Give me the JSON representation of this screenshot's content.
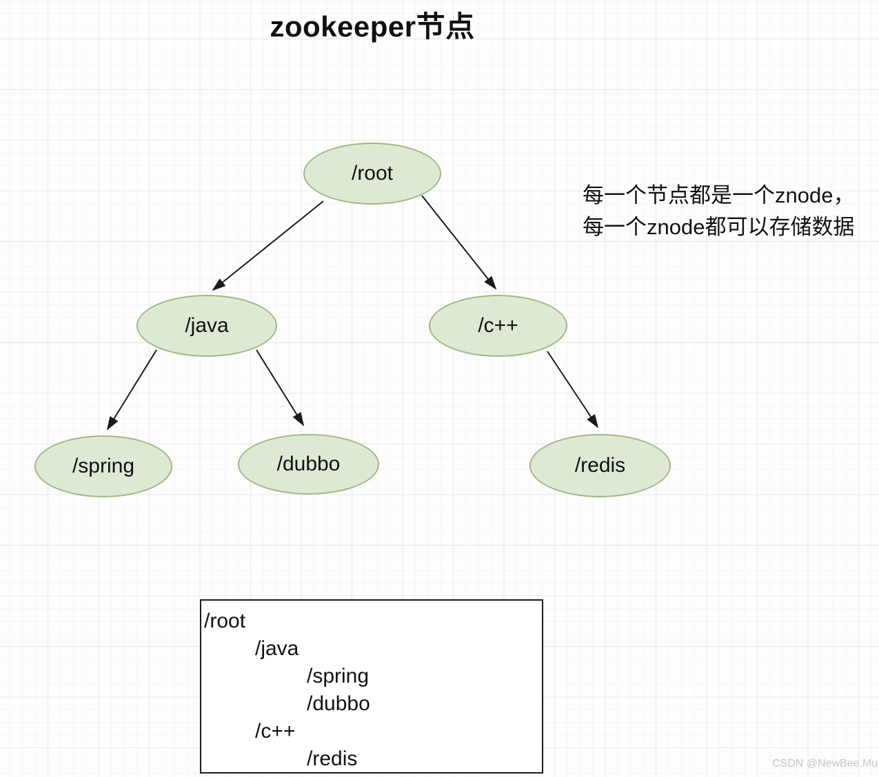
{
  "title": "zookeeper节点",
  "annotation": {
    "line1": "每一个节点都是一个znode，",
    "line2": "每一个znode都可以存储数据"
  },
  "nodes": {
    "root": "/root",
    "java": "/java",
    "cpp": "/c++",
    "spring": "/spring",
    "dubbo": "/dubbo",
    "redis": "/redis"
  },
  "edges": [
    {
      "from": "/root",
      "to": "/java"
    },
    {
      "from": "/root",
      "to": "/c++"
    },
    {
      "from": "/java",
      "to": "/spring"
    },
    {
      "from": "/java",
      "to": "/dubbo"
    },
    {
      "from": "/c++",
      "to": "/redis"
    }
  ],
  "tree_box": {
    "lines": [
      {
        "text": "/root",
        "indent": 0
      },
      {
        "text": "/java",
        "indent": 1
      },
      {
        "text": "/spring",
        "indent": 2
      },
      {
        "text": "/dubbo",
        "indent": 2
      },
      {
        "text": "/c++",
        "indent": 1
      },
      {
        "text": "/redis",
        "indent": 2
      }
    ]
  },
  "watermark": "CSDN @NewBee.Mu",
  "colors": {
    "node_fill": "#dee9d3",
    "node_border": "#9cba80",
    "arrow": "#1a1a1a"
  }
}
